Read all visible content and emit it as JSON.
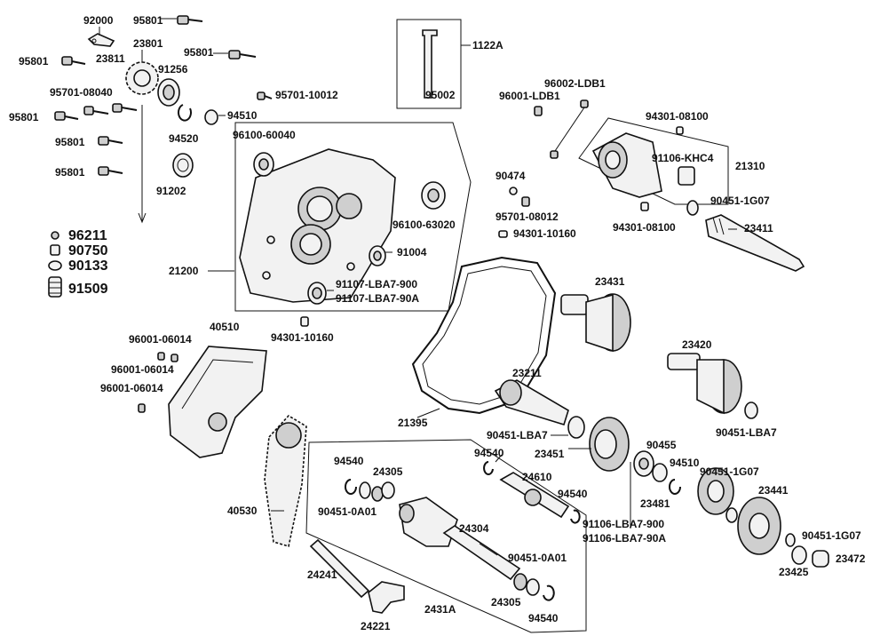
{
  "labels": {
    "p92000": "92000",
    "p95801_a": "95801",
    "p95801_b": "95801",
    "p95801_c": "95801",
    "p95801_d": "95801",
    "p95801_e": "95801",
    "p95801_f": "95801",
    "p23801": "23801",
    "p23811": "23811",
    "p91256": "91256",
    "p95701_08040": "95701-08040",
    "p94520": "94520",
    "p91202": "91202",
    "p95701_10012": "95701-10012",
    "p94510_top": "94510",
    "p1122A": "1122A",
    "p95002": "95002",
    "p96002_LDB1": "96002-LDB1",
    "p96001_LDB1": "96001-LDB1",
    "p94301_08100_a": "94301-08100",
    "p91106_KHC4": "91106-KHC4",
    "p21310": "21310",
    "p90451_1G07_a": "90451-1G07",
    "p94301_08100_b": "94301-08100",
    "p23411": "23411",
    "p96100_60040": "96100-60040",
    "p96100_63020": "96100-63020",
    "p90474": "90474",
    "p95701_08012": "95701-08012",
    "p94301_10160_a": "94301-10160",
    "p96211": "96211",
    "p90750": "90750",
    "p90133": "90133",
    "p91509": "91509",
    "p21200": "21200",
    "p91004": "91004",
    "p91107_LBA7_900": "91107-LBA7-900",
    "p91107_LBA7_90A": "91107-LBA7-90A",
    "p23431": "23431",
    "p94301_10160_b": "94301-10160",
    "p40510": "40510",
    "p96001_06014_a": "96001-06014",
    "p96001_06014_b": "96001-06014",
    "p96001_06014_c": "96001-06014",
    "p23420": "23420",
    "p23211": "23211",
    "p21395": "21395",
    "p90451_LBA7_a": "90451-LBA7",
    "p90451_LBA7_b": "90451-LBA7",
    "p23451": "23451",
    "p90455": "90455",
    "p94510_mid": "94510",
    "p94540_a": "94540",
    "p94540_b": "94540",
    "p94540_c": "94540",
    "p94540_d": "94540",
    "p24305_a": "24305",
    "p24305_b": "24305",
    "p24610": "24610",
    "p90451_1G07_b": "90451-1G07",
    "p90451_1G07_c": "90451-1G07",
    "p23481": "23481",
    "p23441": "23441",
    "p40530": "40530",
    "p90451_0A01_a": "90451-0A01",
    "p90451_0A01_b": "90451-0A01",
    "p91106_LBA7_900": "91106-LBA7-900",
    "p91106_LBA7_90A": "91106-LBA7-90A",
    "p24304": "24304",
    "p23472": "23472",
    "p23425": "23425",
    "p24241": "24241",
    "p2431A": "2431A",
    "p24221": "24221"
  }
}
